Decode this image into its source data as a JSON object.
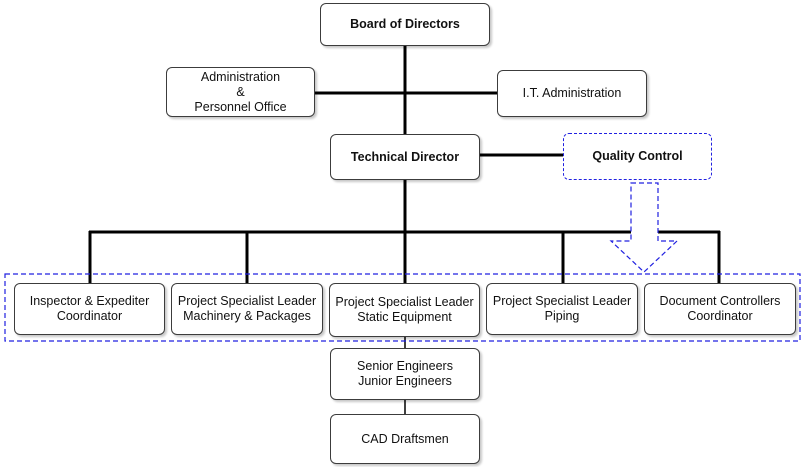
{
  "org_chart": {
    "board": "Board of Directors",
    "admin_office": "Administration\n&\nPersonnel Office",
    "it_admin": "I.T. Administration",
    "technical_director": "Technical Director",
    "quality_control": "Quality Control",
    "departments": [
      "Inspector & Expediter\nCoordinator",
      "Project Specialist Leader\nMachinery & Packages",
      "Project Specialist Leader\nStatic Equipment",
      "Project Specialist Leader\nPiping",
      "Document Controllers\nCoordinator"
    ],
    "engineers": "Senior Engineers\nJunior Engineers",
    "cad": "CAD Draftsmen"
  },
  "colors": {
    "connector": "#000000",
    "dashed_accent": "#2020e0",
    "box_border": "#3c3c3c"
  }
}
